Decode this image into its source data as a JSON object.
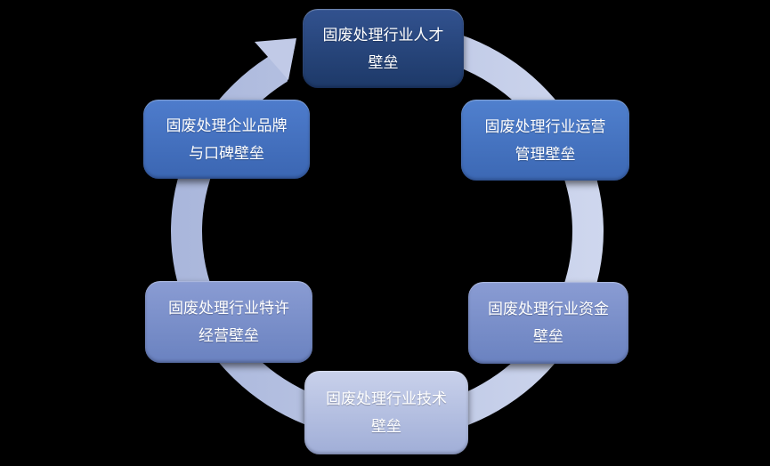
{
  "diagram": {
    "type": "cycle",
    "direction": "clockwise",
    "background_color": "#000000",
    "ring": {
      "color_dark": "#a9b6db",
      "color_light": "#cfd7ee",
      "arrowhead_color": "#c1cae7",
      "mask_color": "#000000"
    },
    "nodes": [
      {
        "id": "talent",
        "label": "固废处理行业人才\n壁垒",
        "gradient_top": "#32528f",
        "gradient_bottom": "#1d3968"
      },
      {
        "id": "operations",
        "label": "固废处理行业运营\n管理壁垒",
        "gradient_top": "#5080ce",
        "gradient_bottom": "#3c68b4"
      },
      {
        "id": "capital",
        "label": "固废处理行业资金\n壁垒",
        "gradient_top": "#8a9cd3",
        "gradient_bottom": "#6a82c0"
      },
      {
        "id": "technology",
        "label": "固废处理行业技术\n壁垒",
        "gradient_top": "#c9d1eb",
        "gradient_bottom": "#a0aed7"
      },
      {
        "id": "franchise",
        "label": "固废处理行业特许\n经营壁垒",
        "gradient_top": "#8a9cd3",
        "gradient_bottom": "#6a82c0"
      },
      {
        "id": "brand",
        "label": "固废处理企业品牌\n与口碑壁垒",
        "gradient_top": "#4e7ccc",
        "gradient_bottom": "#3b66b2"
      }
    ]
  }
}
